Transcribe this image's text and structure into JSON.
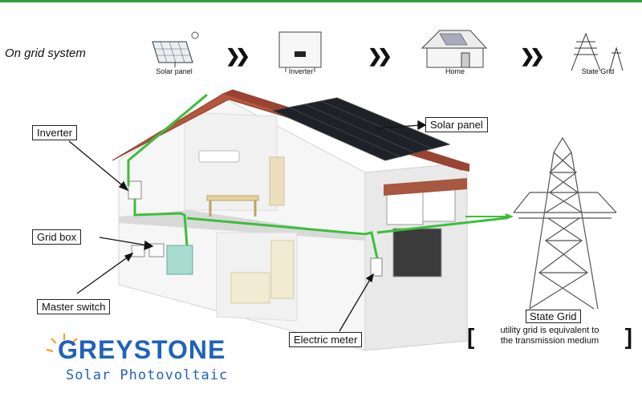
{
  "flow": {
    "title": "On grid system",
    "steps": [
      "Solar panel",
      "Inverter",
      "Home",
      "State Grid"
    ]
  },
  "labels": {
    "inverter": "Inverter",
    "solar_panel": "Solar panel",
    "grid_box": "Grid box",
    "master_switch": "Master switch",
    "electric_meter": "Electric meter",
    "state_grid": "State Grid",
    "state_grid_desc_1": "utility grid is equivalent to",
    "state_grid_desc_2": "the transmission medium"
  },
  "brand": {
    "name": "GREYSTONE",
    "subtitle": "Solar  Photovoltaic"
  },
  "colors": {
    "wire": "#3bbf3a",
    "roof": "#b5563f",
    "panel": "#1e2228",
    "brand_blue": "#1f63b8",
    "brand_sun": "#f3a21c"
  }
}
